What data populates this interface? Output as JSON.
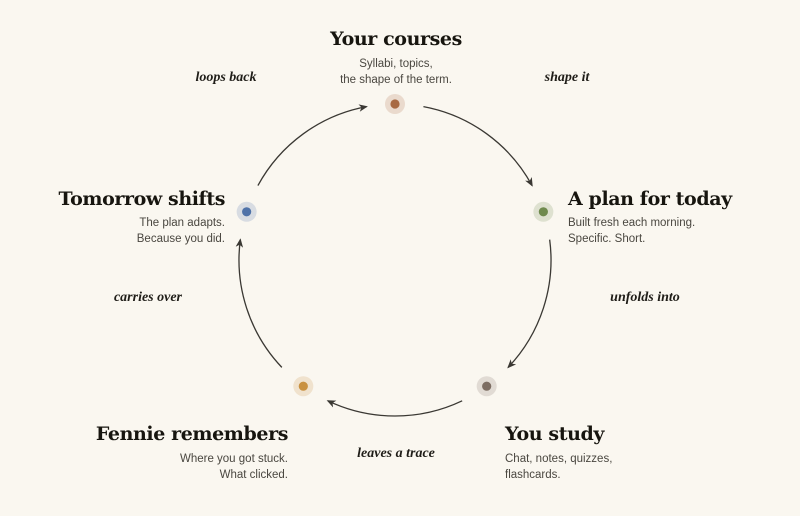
{
  "nodes": [
    {
      "id": "your-courses",
      "title": "Your courses",
      "lines": [
        "Syllabi, topics,",
        "the shape of the term."
      ],
      "color": "#a86a43"
    },
    {
      "id": "plan-for-today",
      "title": "A plan for today",
      "lines": [
        "Built fresh each morning.",
        "Specific. Short."
      ],
      "color": "#6f8a4e"
    },
    {
      "id": "you-study",
      "title": "You study",
      "lines": [
        "Chat, notes, quizzes,",
        "flashcards."
      ],
      "color": "#7d6e63"
    },
    {
      "id": "fennie-remembers",
      "title": "Fennie remembers",
      "lines": [
        "Where you got stuck.",
        "What clicked."
      ],
      "color": "#c99140"
    },
    {
      "id": "tomorrow-shifts",
      "title": "Tomorrow shifts",
      "lines": [
        "The plan adapts.",
        "Because you did."
      ],
      "color": "#4f72a8"
    }
  ],
  "edges": [
    {
      "id": "shape-it",
      "label": "shape it"
    },
    {
      "id": "unfolds-into",
      "label": "unfolds into"
    },
    {
      "id": "leaves-a-trace",
      "label": "leaves a trace"
    },
    {
      "id": "carries-over",
      "label": "carries over"
    },
    {
      "id": "loops-back",
      "label": "loops back"
    }
  ],
  "colors": {
    "stroke": "#3a3833",
    "background": "#faf7f0"
  }
}
